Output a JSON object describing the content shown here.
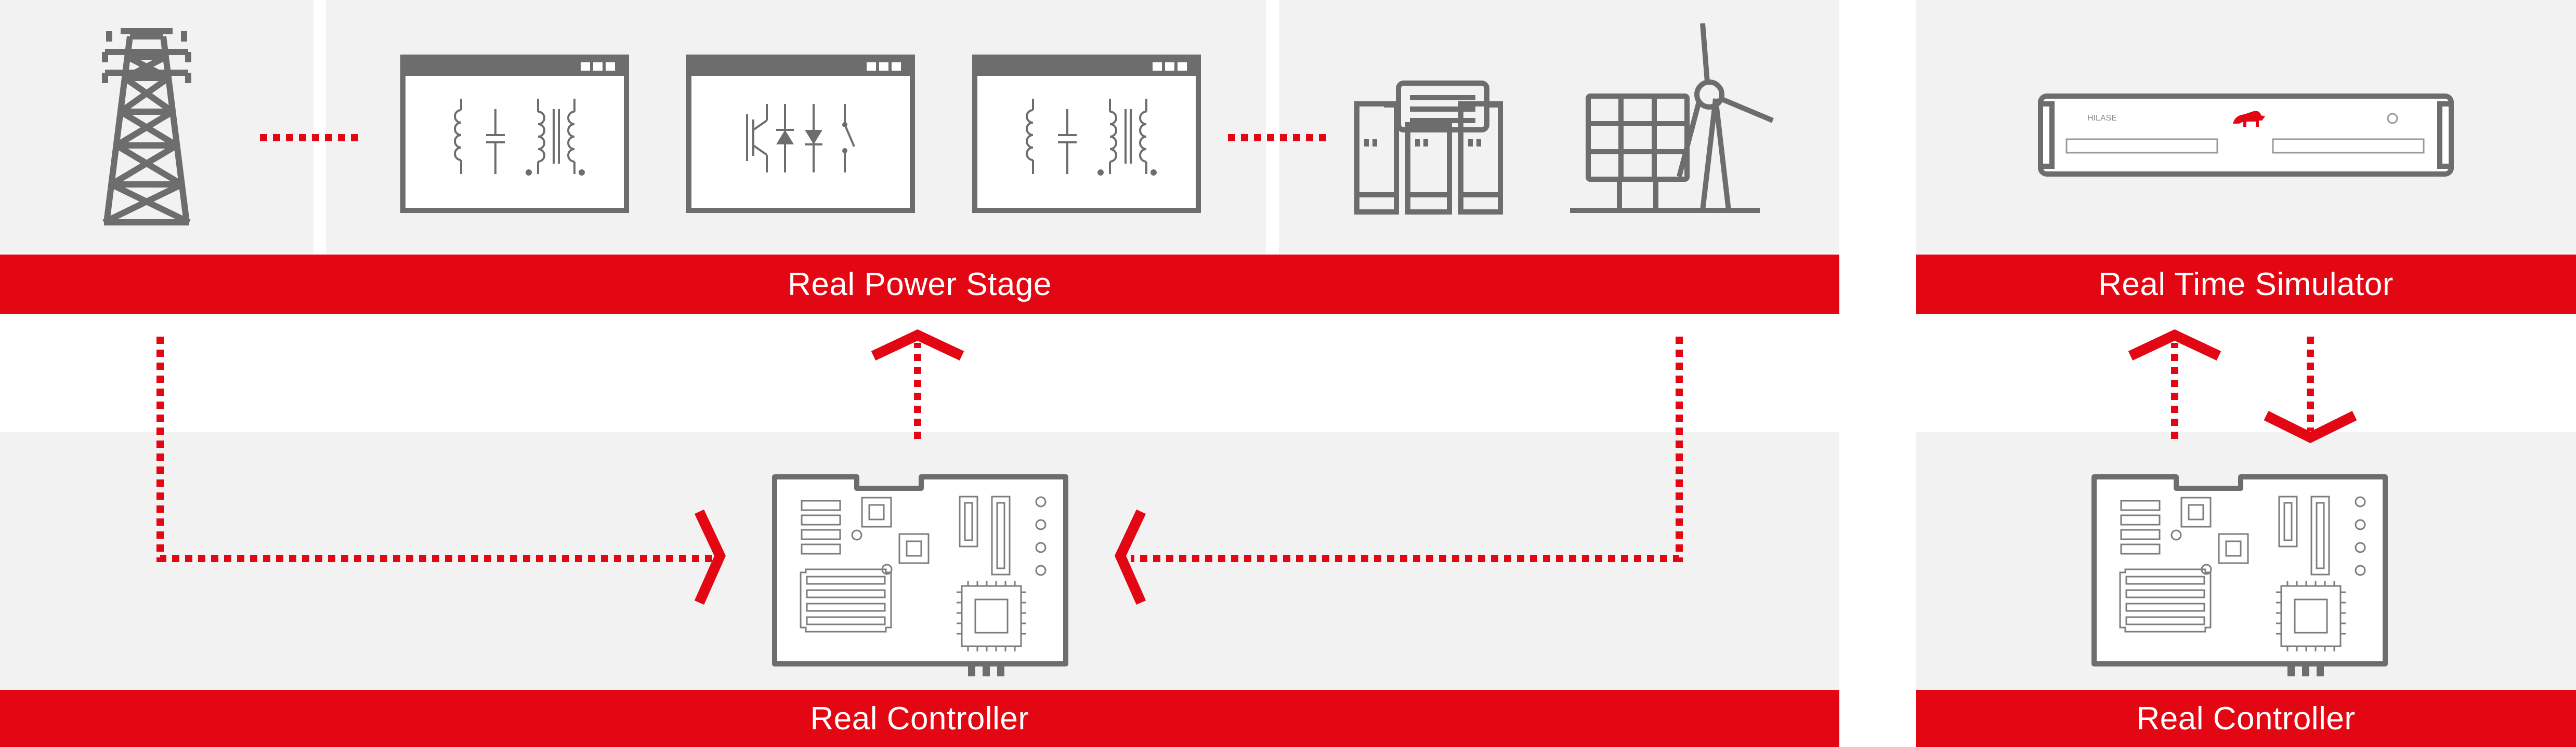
{
  "bands": {
    "real_power_stage": "Real Power Stage",
    "real_time_simulator": "Real Time Simulator",
    "real_controller_left": "Real Controller",
    "real_controller_right": "Real Controller"
  },
  "simulator": {
    "brand_text": "HILASE"
  },
  "icons": {
    "grid_tower": "transmission-tower-icon",
    "converter_1": "transformer-window-icon",
    "converter_2": "power-electronics-window-icon",
    "converter_3": "transformer-window-icon",
    "load": "industrial-load-icon",
    "renewables": "solar-wind-icon",
    "simulator": "real-time-simulator-device-icon",
    "controller": "controller-board-icon"
  },
  "colors": {
    "accent_red": "#e30613",
    "panel_gray": "#f2f2f2",
    "icon_gray": "#6d6d6d"
  }
}
